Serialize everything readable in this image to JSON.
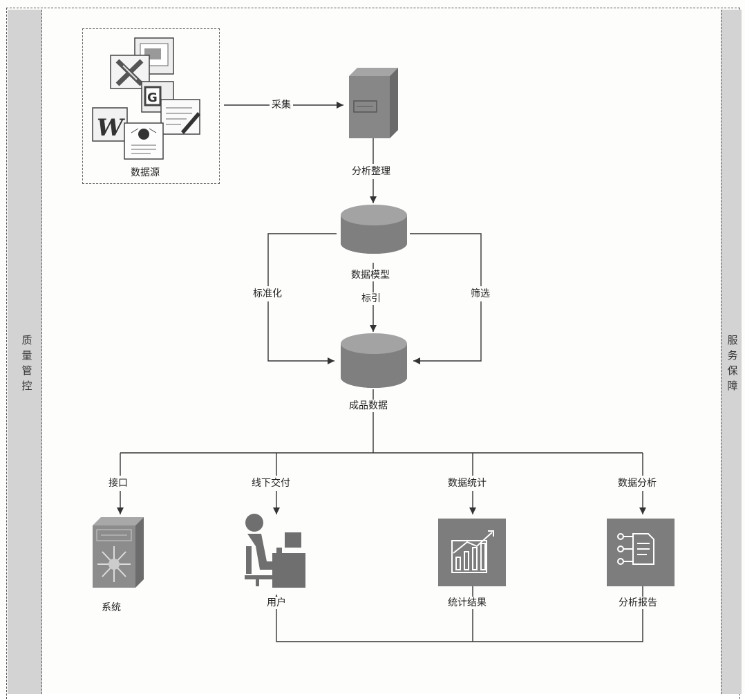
{
  "side_labels": {
    "left": [
      "质",
      "量",
      "管",
      "控"
    ],
    "right": [
      "服",
      "务",
      "保",
      "障"
    ]
  },
  "source": {
    "label": "数据源"
  },
  "edges": {
    "collect": "采集",
    "analyze": "分析整理",
    "standardize": "标准化",
    "index": "标引",
    "filter": "筛选"
  },
  "nodes": {
    "server": "",
    "model_db": "数据模型",
    "result_db": "成品数据"
  },
  "branches": [
    {
      "edge": "接口",
      "node": "系统"
    },
    {
      "edge": "线下交付",
      "node": "用户"
    },
    {
      "edge": "数据统计",
      "node": "统计结果"
    },
    {
      "edge": "数据分析",
      "node": "分析报告"
    }
  ],
  "colors": {
    "icon_fill": "#8a8a8a",
    "icon_dark": "#6e6e6e",
    "side_bar": "#d3d3d3",
    "line": "#333333"
  },
  "icons": {
    "source": [
      "excel-icon",
      "word-icon",
      "powerpoint-icon",
      "document-icon",
      "edit-document-icon",
      "web-page-icon"
    ],
    "server": "server-icon",
    "database": "database-icon",
    "system": "network-switch-icon",
    "user": "user-at-desk-icon",
    "stats": "bar-chart-icon",
    "report": "report-icon"
  }
}
